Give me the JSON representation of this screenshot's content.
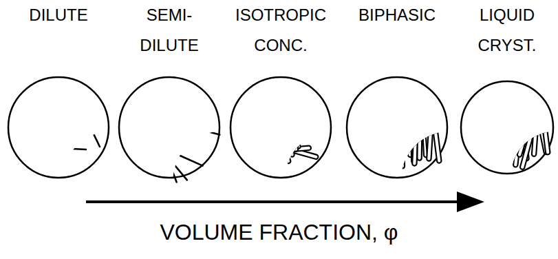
{
  "diagram": {
    "nodes": [
      {
        "text": [
          "DILUTE"
        ]
      },
      {
        "text": [
          "SEMI- DILUTE"
        ]
      },
      {
        "text": [
          "ISOTROPIC CONC."
        ]
      },
      {
        "text": [
          "BIPHASIC"
        ]
      },
      {
        "text": [
          "LIQUID CRYST."
        ]
      }
    ],
    "labels": [
      "VOLUME FRACTION, φ"
    ]
  }
}
